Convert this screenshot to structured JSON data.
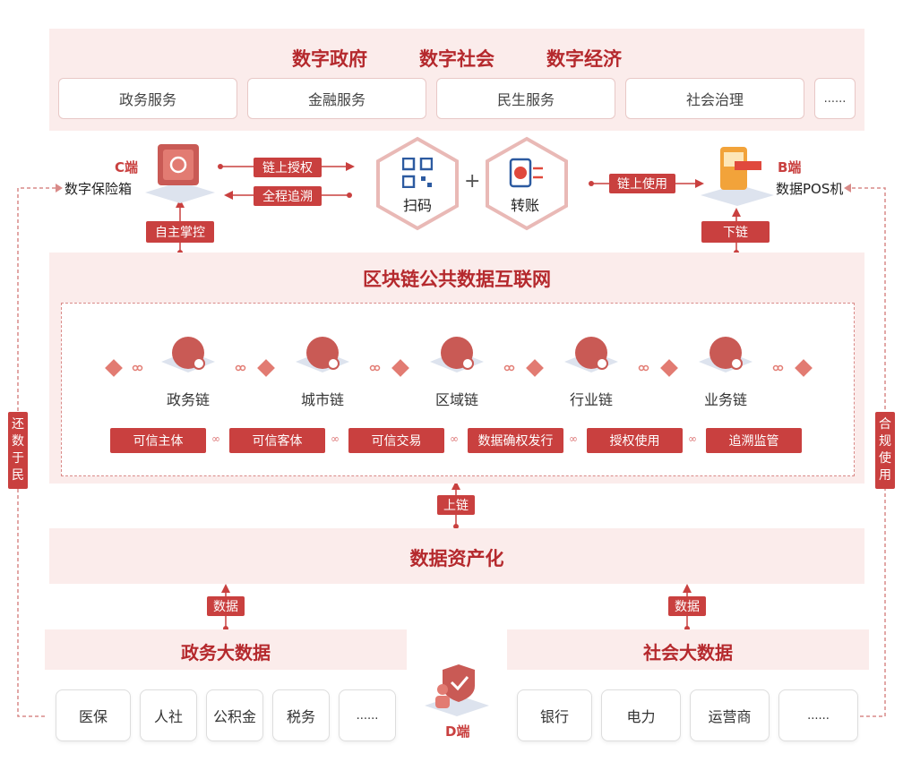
{
  "top": {
    "titles": [
      "数字政府",
      "数字社会",
      "数字经济"
    ],
    "services": [
      "政务服务",
      "金融服务",
      "民生服务",
      "社会治理",
      "......"
    ]
  },
  "c_end": {
    "code": "C端",
    "name": "数字保险箱",
    "control_tag": "自主掌控"
  },
  "b_end": {
    "code": "B端",
    "name": "数据POS机",
    "tag": "下链"
  },
  "middle": {
    "auth": "链上授权",
    "trace": "全程追溯",
    "scan": "扫码",
    "plus": "+",
    "transfer": "转账",
    "use": "链上使用"
  },
  "network": {
    "title": "区块链公共数据互联网",
    "chains": [
      "政务链",
      "城市链",
      "区域链",
      "行业链",
      "业务链"
    ],
    "capabilities": [
      "可信主体",
      "可信客体",
      "可信交易",
      "数据确权发行",
      "授权使用",
      "追溯监管"
    ],
    "link_symbol": "∞"
  },
  "upchain_tag": "上链",
  "assetization": {
    "title": "数据资产化"
  },
  "gov_data": {
    "tag": "数据",
    "title": "政务大数据",
    "items": [
      "医保",
      "人社",
      "公积金",
      "税务",
      "......"
    ]
  },
  "social_data": {
    "tag": "数据",
    "title": "社会大数据",
    "items": [
      "银行",
      "电力",
      "运营商",
      "......"
    ]
  },
  "d_end": {
    "code": "D端"
  },
  "side_left": [
    "还",
    "数",
    "于",
    "民"
  ],
  "side_right": [
    "合",
    "规",
    "使",
    "用"
  ],
  "colors": {
    "accent": "#c9403f",
    "band": "#fbeceb",
    "title": "#b5292d"
  }
}
